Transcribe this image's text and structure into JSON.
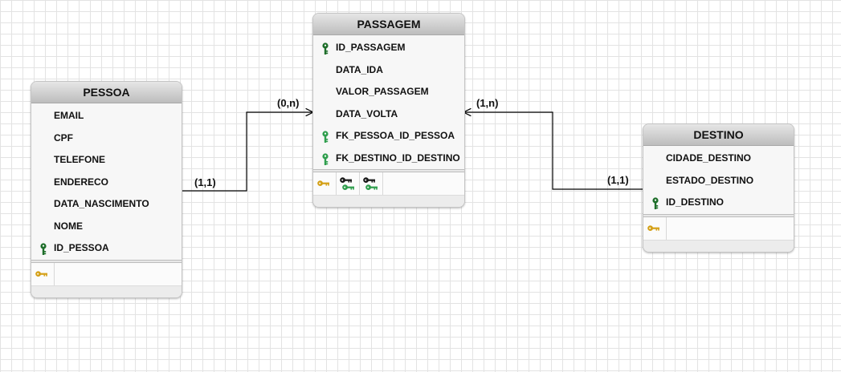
{
  "entities": {
    "pessoa": {
      "title": "PESSOA",
      "fields": [
        {
          "name": "EMAIL",
          "key": "none"
        },
        {
          "name": "CPF",
          "key": "none"
        },
        {
          "name": "TELEFONE",
          "key": "none"
        },
        {
          "name": "ENDERECO",
          "key": "none"
        },
        {
          "name": "DATA_NASCIMENTO",
          "key": "none"
        },
        {
          "name": "NOME",
          "key": "none"
        },
        {
          "name": "ID_PESSOA",
          "key": "pk"
        }
      ],
      "indexes": [
        "pk-key"
      ]
    },
    "passagem": {
      "title": "PASSAGEM",
      "fields": [
        {
          "name": "ID_PASSAGEM",
          "key": "pk"
        },
        {
          "name": "DATA_IDA",
          "key": "none"
        },
        {
          "name": "VALOR_PASSAGEM",
          "key": "none"
        },
        {
          "name": "DATA_VOLTA",
          "key": "none"
        },
        {
          "name": "FK_PESSOA_ID_PESSOA",
          "key": "fk"
        },
        {
          "name": "FK_DESTINO_ID_DESTINO",
          "key": "fk"
        }
      ],
      "indexes": [
        "pk-key",
        "fk-key",
        "fk-key"
      ]
    },
    "destino": {
      "title": "DESTINO",
      "fields": [
        {
          "name": "CIDADE_DESTINO",
          "key": "none"
        },
        {
          "name": "ESTADO_DESTINO",
          "key": "none"
        },
        {
          "name": "ID_DESTINO",
          "key": "pk"
        }
      ],
      "indexes": [
        "pk-key"
      ]
    }
  },
  "relationships": [
    {
      "from": "pessoa",
      "to": "passagem",
      "from_card": "(1,1)",
      "to_card": "(0,n)"
    },
    {
      "from": "destino",
      "to": "passagem",
      "from_card": "(1,1)",
      "to_card": "(1,n)"
    }
  ],
  "colors": {
    "pk_key": "#1e6e2a",
    "fk_key": "#2f9e4d",
    "index_key": "#d4a017",
    "connector": "#000000"
  }
}
